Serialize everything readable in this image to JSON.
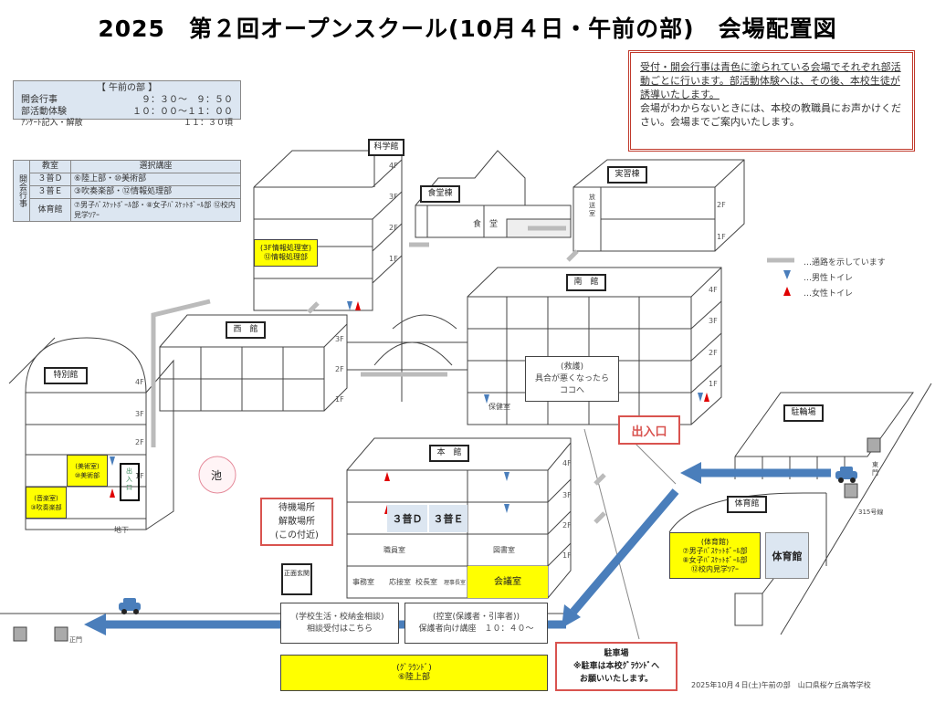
{
  "title": "2025　第２回オープンスクール(10月４日・午前の部)　会場配置図",
  "schedule": {
    "heading": "【 午前の部 】",
    "rows": [
      {
        "label": "開会行事",
        "time": "９：３０～　９：５０"
      },
      {
        "label": "部活動体験",
        "time": "１０：００～１１：００"
      },
      {
        "label": "ｱﾝｹｰﾄ記入・解散",
        "time": "１１：３０頃"
      }
    ]
  },
  "assignment": {
    "side_label": "開会行事",
    "col_room": "教室",
    "col_course": "選択講座",
    "rows": [
      {
        "room": "３普Ｄ",
        "course": "⑥陸上部・⑩美術部"
      },
      {
        "room": "３普Ｅ",
        "course": "③吹奏楽部・⑫情報処理部"
      },
      {
        "room": "体育館",
        "course": "⑦男子ﾊﾞｽｹｯﾄﾎﾞｰﾙ部・⑧女子ﾊﾞｽｹｯﾄﾎﾞｰﾙ部 ⑫校内見学ﾂｱｰ"
      }
    ]
  },
  "notice": {
    "underlined": "受付・開会行事は青色に塗られている会場でそれぞれ部活動ごとに行います。部活動体験へは、その後、本校生徒が誘導いたします。",
    "text": "会場がわからないときには、本校の教職員にお声かけください。会場までご案内いたします。"
  },
  "buildings": {
    "science": "科学館",
    "cafeteria_bldg": "食堂棟",
    "cafeteria": "食　堂",
    "practice": "実習棟",
    "broadcast": "放送室",
    "south": "南　館",
    "west": "西　館",
    "special": "特別館",
    "main": "本　館",
    "bike": "駐輪場",
    "gym": "体育館",
    "gym_room": "体育館",
    "health": "保健室",
    "staff": "職員室",
    "library": "図書室",
    "office": "事務室",
    "reception": "応接室",
    "principal": "校長室",
    "chair": "理事長室",
    "meeting": "会議室",
    "class_d": "３普Ｄ",
    "class_e": "３普Ｅ",
    "front_entrance": "正面玄関",
    "basement": "地下",
    "entrance_small": "出入口"
  },
  "floors": [
    "4F",
    "3F",
    "2F",
    "1F"
  ],
  "venues": {
    "info": [
      "(3F情報処理室)",
      "⑫情報処理部"
    ],
    "art": [
      "(美術室)",
      "⑩美術部"
    ],
    "music": [
      "(音楽室)",
      "③吹奏楽部"
    ],
    "gym": [
      "(体育館)",
      "⑦男子ﾊﾞｽｹｯﾄﾎﾞｰﾙ部",
      "⑧女子ﾊﾞｽｹｯﾄﾎﾞｰﾙ部",
      "⑫校内見学ﾂｱｰ"
    ],
    "ground": [
      "(ｸﾞﾗｳﾝﾄﾞ)",
      "⑥陸上部"
    ]
  },
  "first_aid": [
    "(救護)",
    "具合が悪くなったら",
    "ココへ"
  ],
  "entrance": "出入口",
  "pond": "池",
  "waiting": [
    "待機場所",
    "解散場所",
    "(この付近)"
  ],
  "consult": [
    "(学校生活・校納金相談)",
    "相談受付はこちら"
  ],
  "parents": [
    "(控室(保護者・引率者))",
    "保護者向け講座　１０：４０～"
  ],
  "parking": [
    "駐車場",
    "※駐車は本校ｸﾞﾗｳﾝﾄﾞへ",
    "お願いいたします。"
  ],
  "legend": {
    "passage": "…通路を示しています",
    "male": "…男性トイレ",
    "female": "…女性トイレ"
  },
  "gates": {
    "main": "正門",
    "east": "東門",
    "route": "315号線"
  },
  "footer": "2025年10月４日(土)午前の部　山口県桜ケ丘高等学校",
  "colors": {
    "venue": "#ffff00",
    "blue_room": "#dce6f1",
    "arrow": "#4a7ebb",
    "male": "#4a7ebb",
    "female": "#e00000",
    "frame": "#d9534f"
  }
}
